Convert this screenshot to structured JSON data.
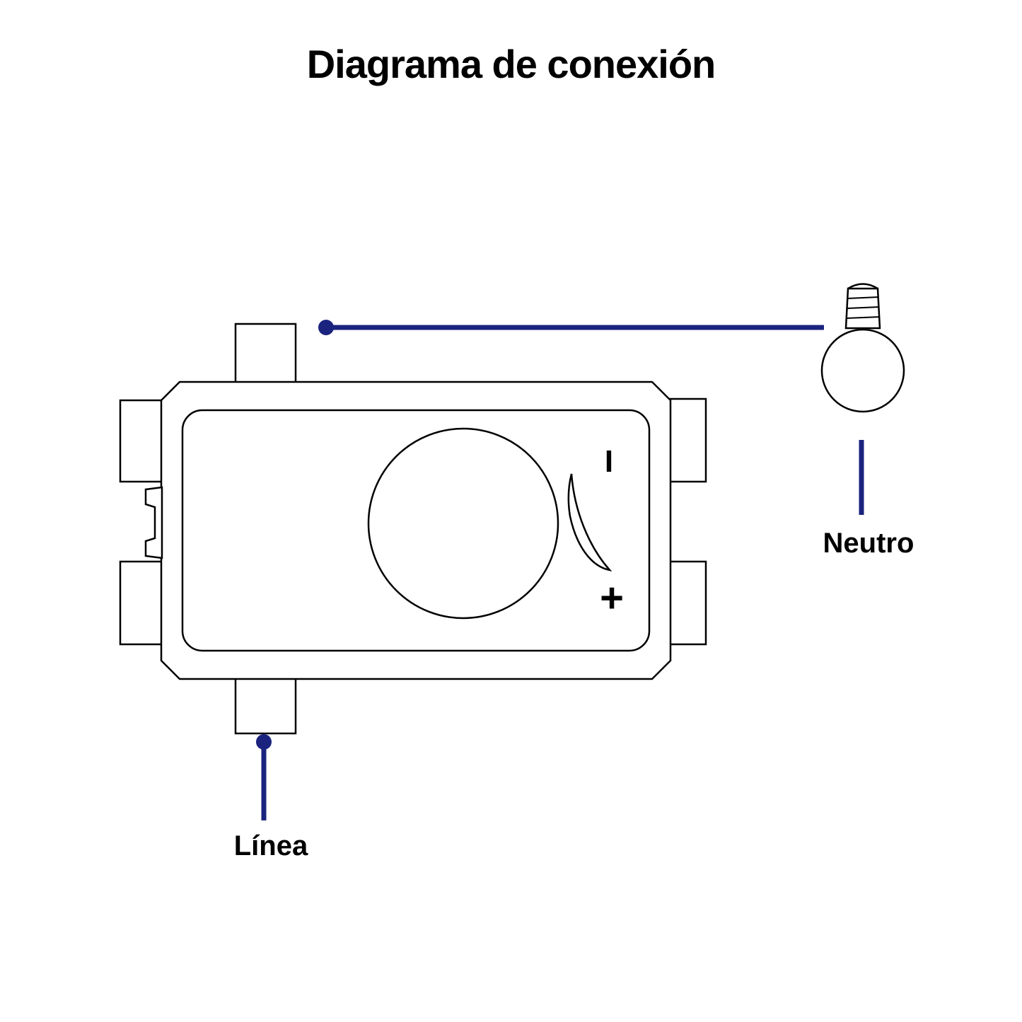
{
  "title": "Diagrama de conexión",
  "labels": {
    "neutral": "Neutro",
    "line": "Línea"
  },
  "dimmer": {
    "marking_min": "I",
    "marking_max": "+"
  },
  "colors": {
    "wire": "#1a237e",
    "outline": "#000000",
    "background": "#ffffff"
  }
}
